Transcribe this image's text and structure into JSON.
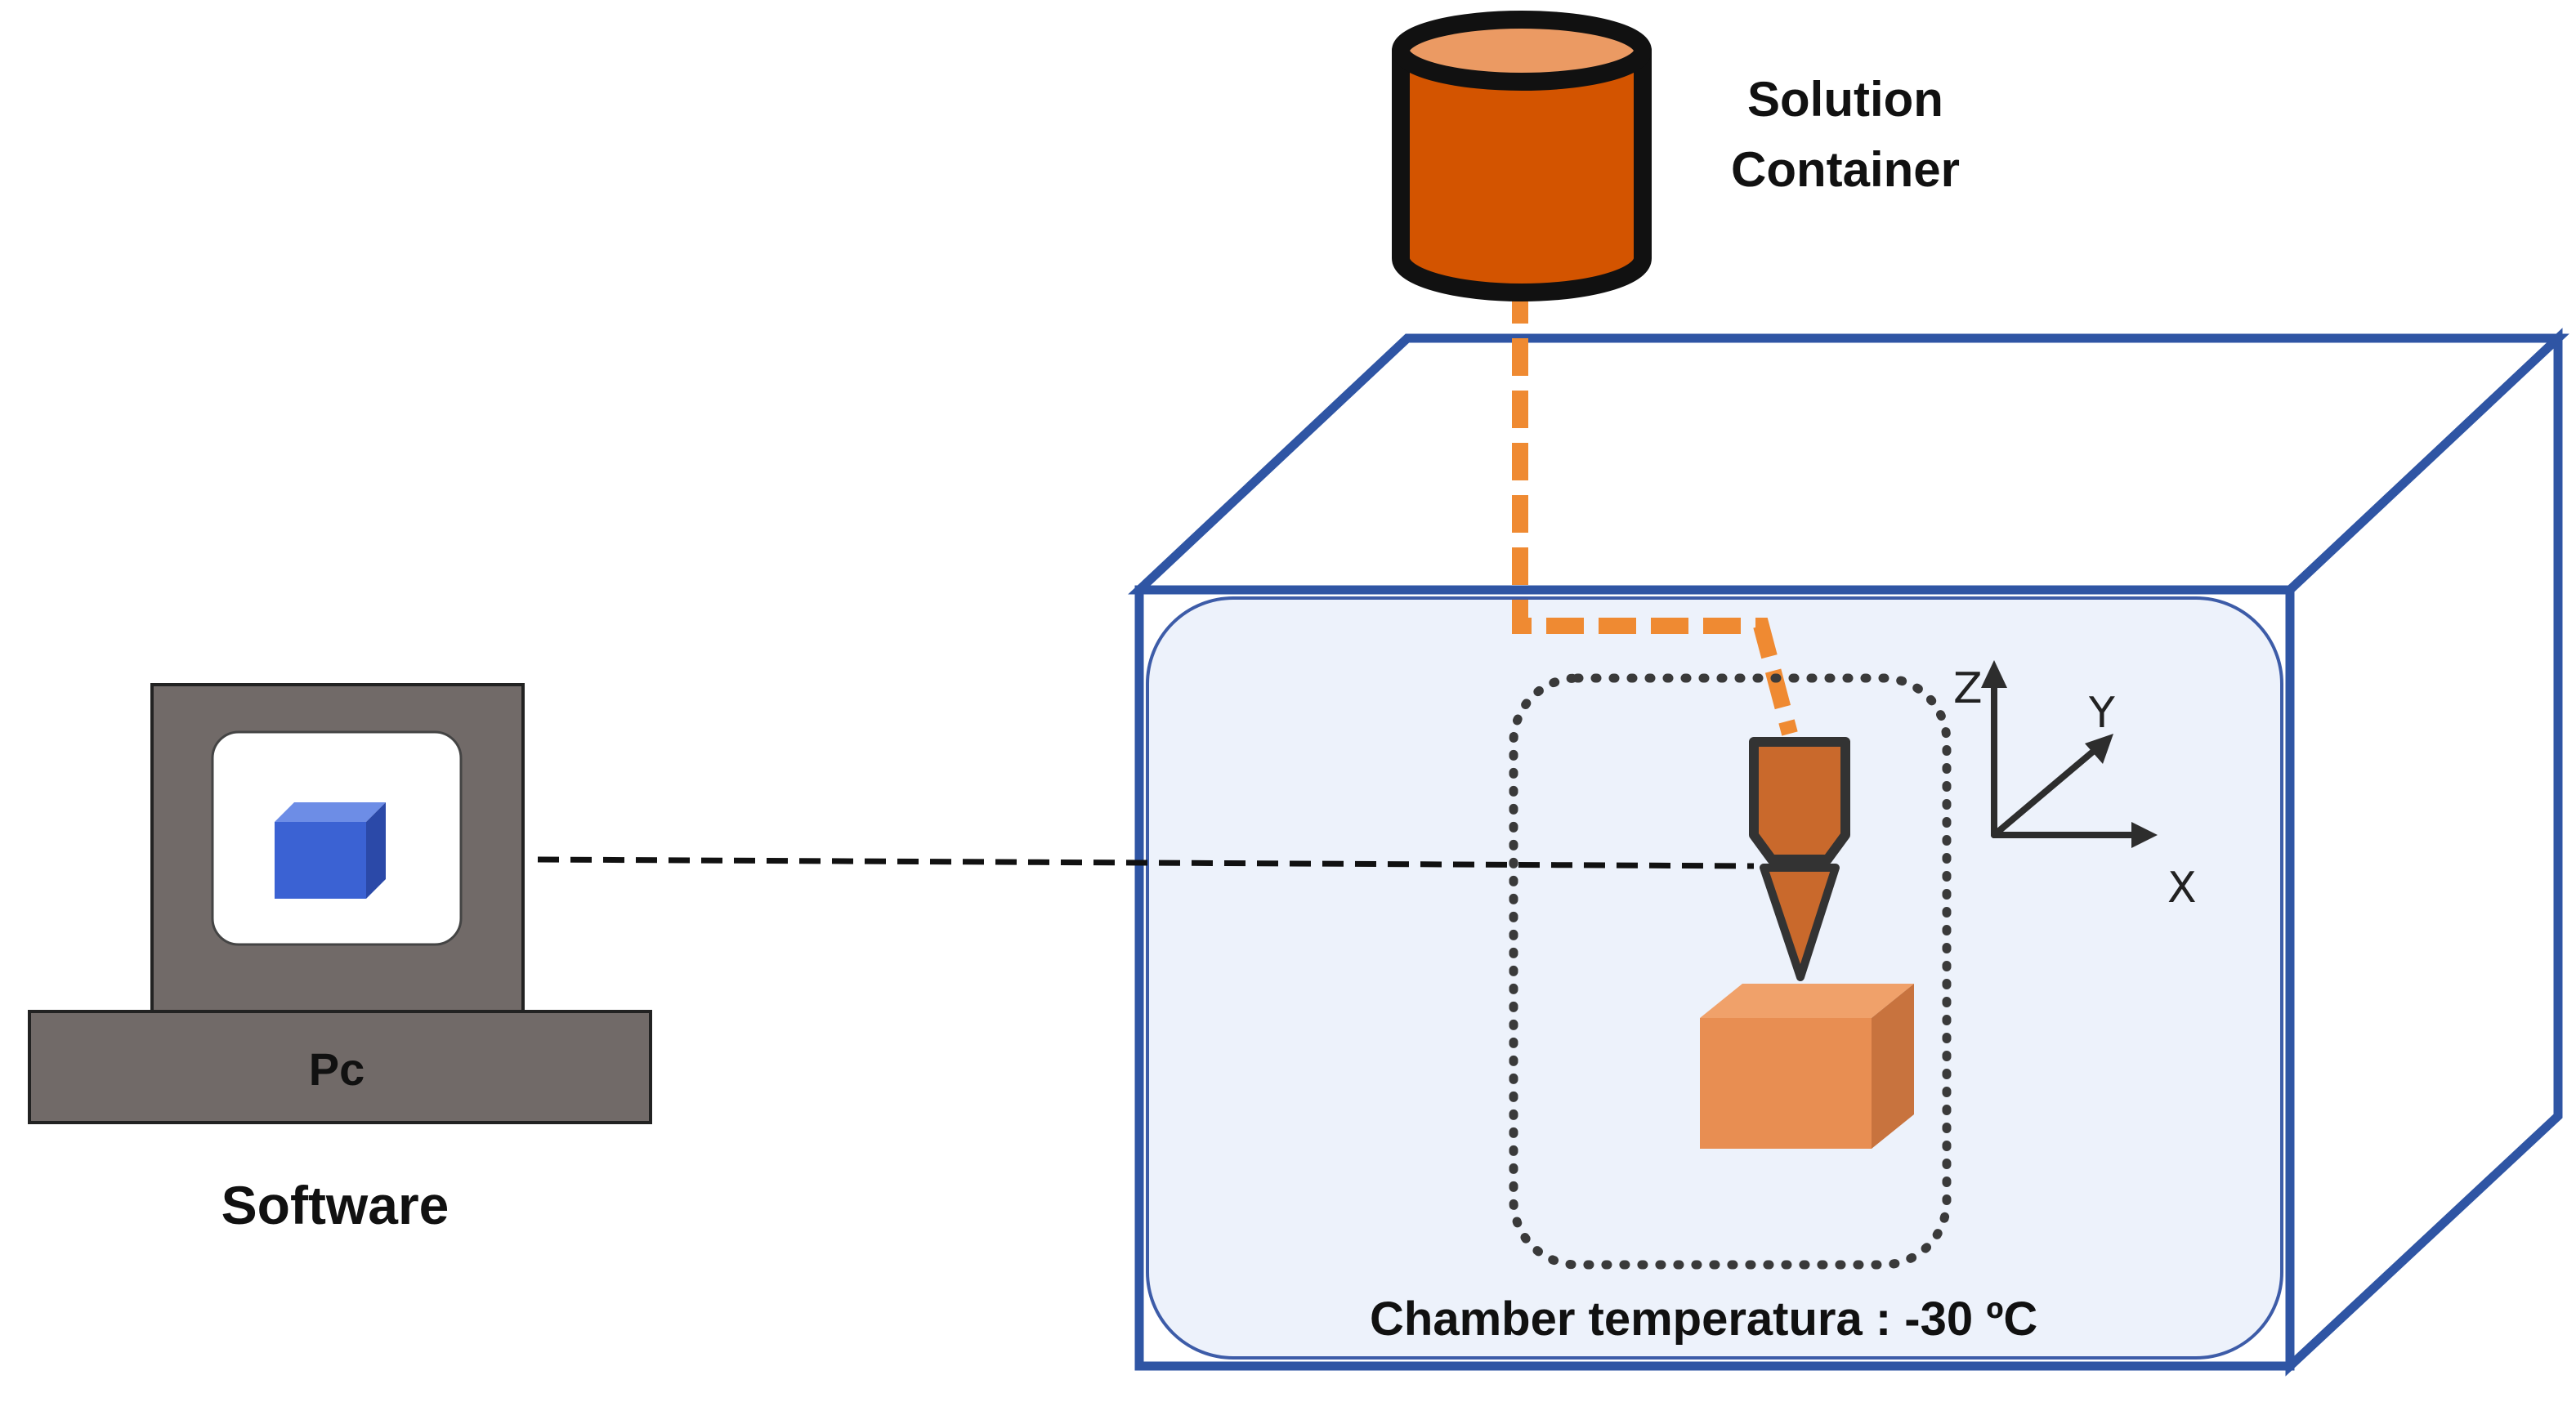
{
  "labels": {
    "solution_line1": "Solution",
    "solution_line2": "Container",
    "pc": "Pc",
    "software": "Software",
    "chamber": "Chamber temperatura : -30  ºC",
    "axis_x": "X",
    "axis_y": "Y",
    "axis_z": "Z"
  },
  "colors": {
    "chamber_outline": "#2f55a4",
    "chamber_fill": "#edf2fb",
    "container_body": "#d35400",
    "container_top": "#eb9a63",
    "feed_line": "#ef8a32",
    "nozzle": "#c9692c",
    "printed_block": "#e88e52",
    "pc_gray": "#716a68",
    "software_cube": "#3b62d3"
  }
}
